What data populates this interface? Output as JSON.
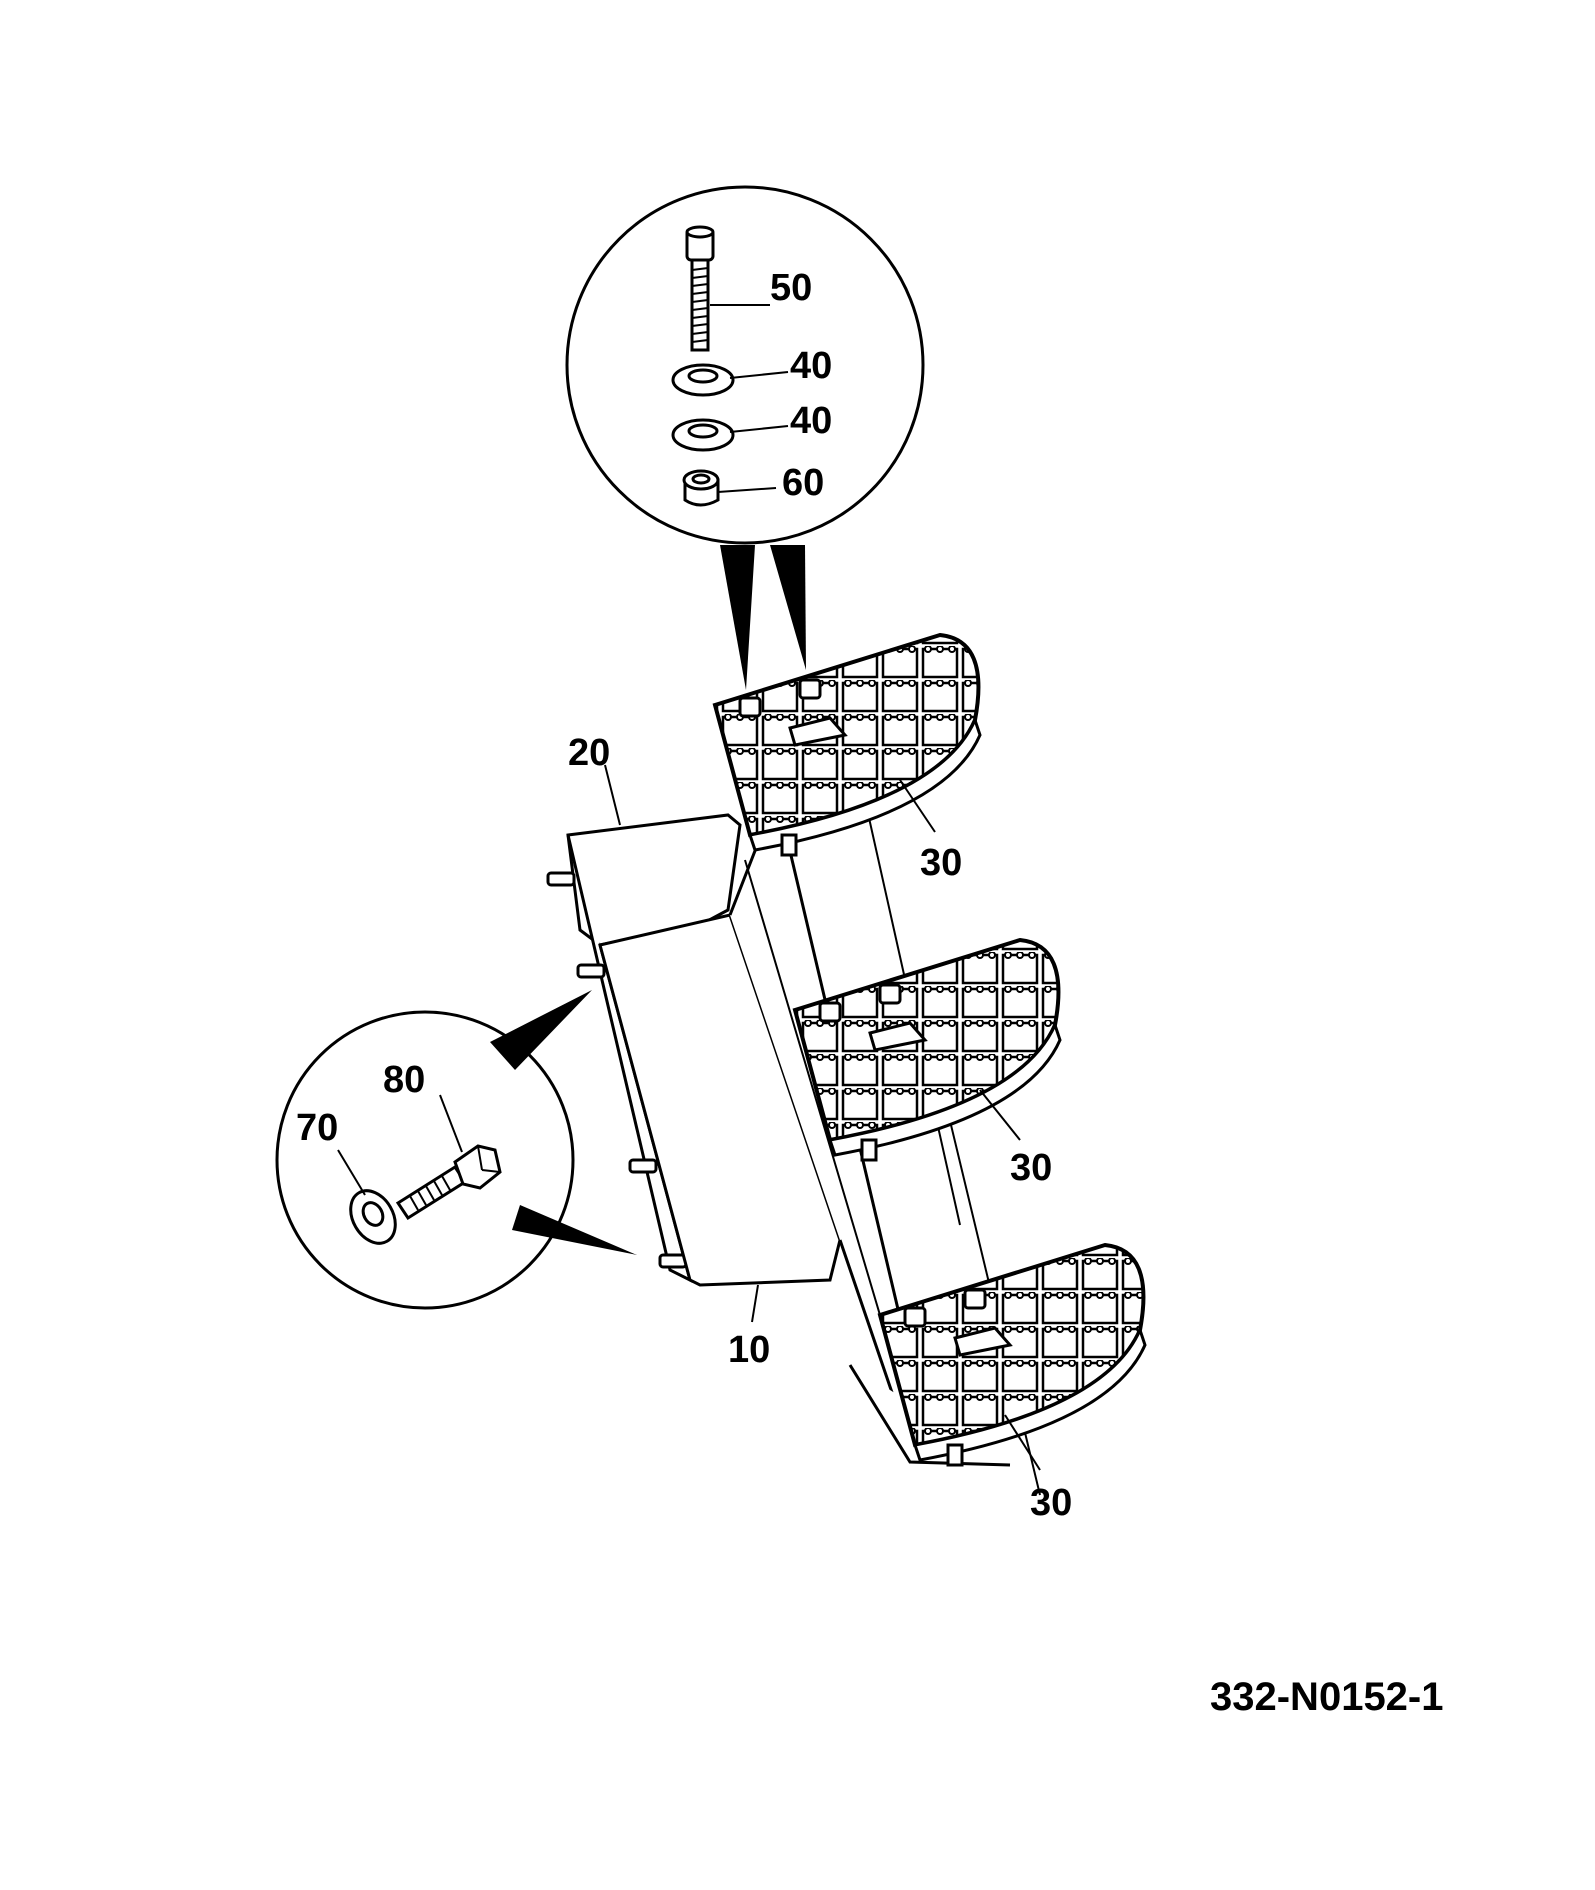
{
  "drawing_number": "332-N0152-1",
  "callouts": {
    "c50": "50",
    "c40a": "40",
    "c40b": "40",
    "c60": "60",
    "c20": "20",
    "c30a": "30",
    "c30b": "30",
    "c30c": "30",
    "c10": "10",
    "c80": "80",
    "c70": "70"
  },
  "parts": {
    "bracket_frame": "10",
    "bracket_plate": "20",
    "step_tread": "30",
    "washer_upper": "40",
    "socket_screw": "50",
    "lock_nut": "60",
    "washer_lower": "70",
    "hex_bolt": "80"
  },
  "colors": {
    "line": "#000000",
    "background": "#ffffff"
  }
}
